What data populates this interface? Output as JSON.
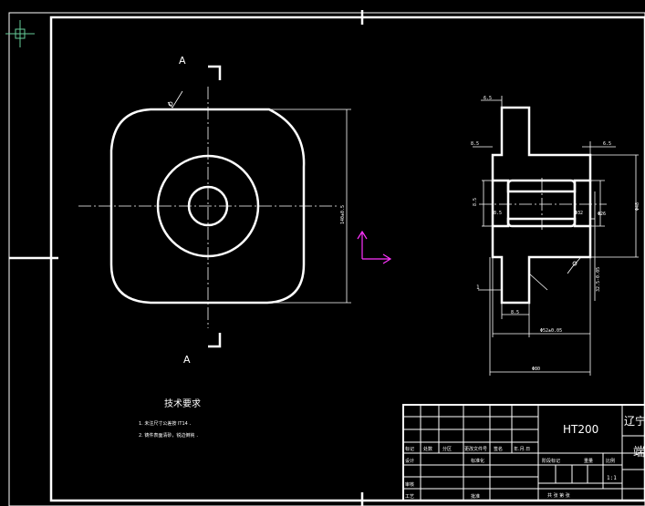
{
  "view_labels": {
    "section_top": "A",
    "section_bottom": "A"
  },
  "tech_requirements": {
    "title": "技术要求",
    "lines": [
      "1. 未注尺寸公差按 IT14 ．",
      "2. 铸件表面清砂，锐边倒钝 ．"
    ]
  },
  "title_block": {
    "material": "HT200",
    "company": "辽宁",
    "part_name": "端",
    "scale": "1:1",
    "row_labels": [
      "标记",
      "处数",
      "分区",
      "更改文件号",
      "签名",
      "年.月.日"
    ],
    "design_label": "设计",
    "check_label": "审核",
    "craft_label": "工艺",
    "std_label": "标准化",
    "approve_label": "批准",
    "stage_labels": [
      "阶段标记",
      "重量",
      "比例"
    ],
    "sheet_label": "共 张 第 张"
  },
  "dimensions": {
    "front_height": "140±0.5",
    "sec_top_left": "6.5",
    "sec_mid_left": "8.5",
    "sec_right_top": "6.5",
    "sec_bore": "Φ48",
    "sec_inner": "Φ26",
    "sec_left_small": "8.5",
    "sec_right_small": "Φ32",
    "sec_right_long": "32.5-0.05",
    "sec_bottom_a": "8.5",
    "sec_bottom_b": "Φ52±0.05",
    "sec_overall": "Φ80",
    "sec_side_mark": "1"
  },
  "colors": {
    "background": "#000000",
    "lines": "#ffffff",
    "ucs_icon": "#ff33ff",
    "cursor": "#66cc99"
  },
  "icons": [
    "crosshair-cursor-icon",
    "ucs-axis-icon",
    "roughness-symbol-icon"
  ]
}
